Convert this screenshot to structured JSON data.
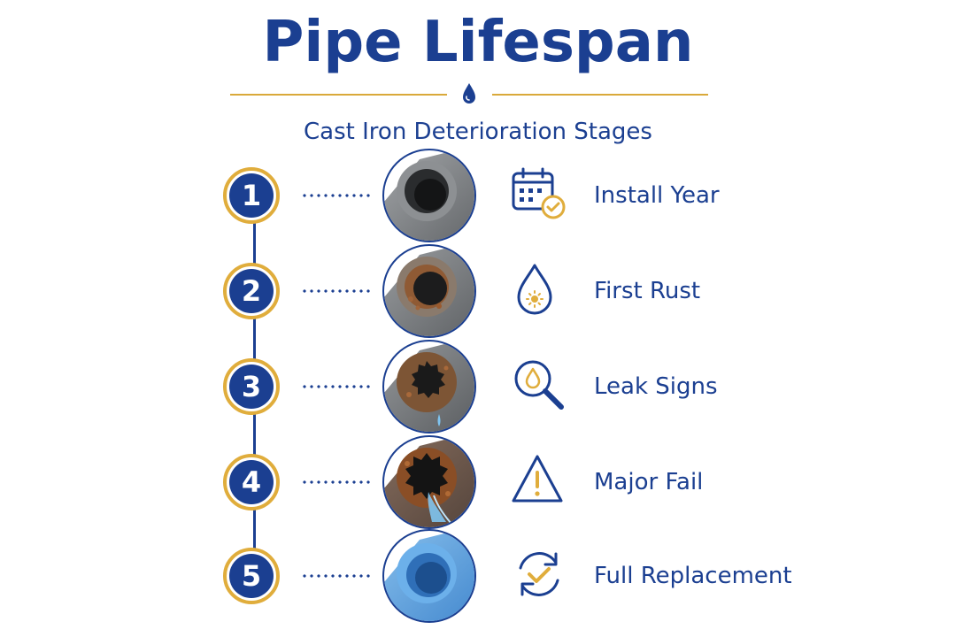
{
  "header": {
    "title": "Pipe Lifespan",
    "subtitle": "Cast Iron Deterioration Stages",
    "divider_icon": "water-drop-icon"
  },
  "colors": {
    "navy": "#1b3f91",
    "gold": "#e0ad3c",
    "iron": "#7a7d80",
    "rust": "#9a5a2e",
    "pvc_blue": "#5aa2e0",
    "water": "#7fc4f0"
  },
  "stages": [
    {
      "number": "1",
      "label": "Install Year",
      "icon": "calendar-check-icon",
      "pipe": "new-cast-iron"
    },
    {
      "number": "2",
      "label": "First Rust",
      "icon": "rust-drop-icon",
      "pipe": "light-rust"
    },
    {
      "number": "3",
      "label": "Leak Signs",
      "icon": "magnify-drop-icon",
      "pipe": "leaking"
    },
    {
      "number": "4",
      "label": "Major Fail",
      "icon": "warning-triangle-icon",
      "pipe": "corroded-burst"
    },
    {
      "number": "5",
      "label": "Full Replacement",
      "icon": "refresh-check-icon",
      "pipe": "new-pvc"
    }
  ]
}
